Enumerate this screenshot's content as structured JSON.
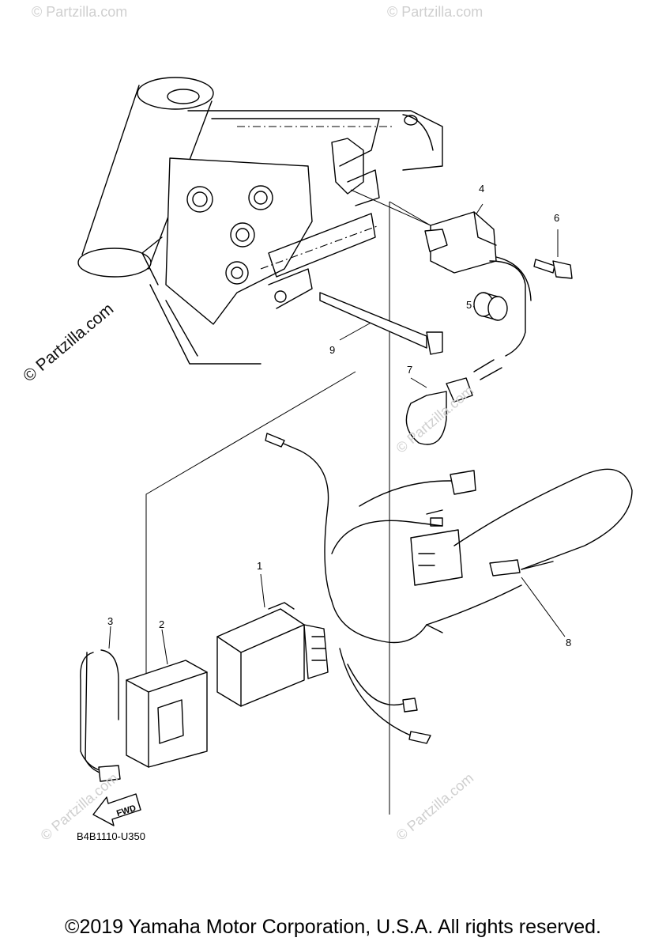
{
  "callouts": {
    "c1": "1",
    "c2": "2",
    "c3": "3",
    "c4": "4",
    "c5": "5",
    "c6": "6",
    "c7": "7",
    "c8": "8",
    "c9": "9"
  },
  "arrow_label": "FWD",
  "diagram_code": "B4B1110-U350",
  "watermark_main": "© Partzilla.com",
  "watermark_faint": "© Partzilla.com",
  "copyright": "©2019 Yamaha Motor Corporation, U.S.A. All rights reserved."
}
